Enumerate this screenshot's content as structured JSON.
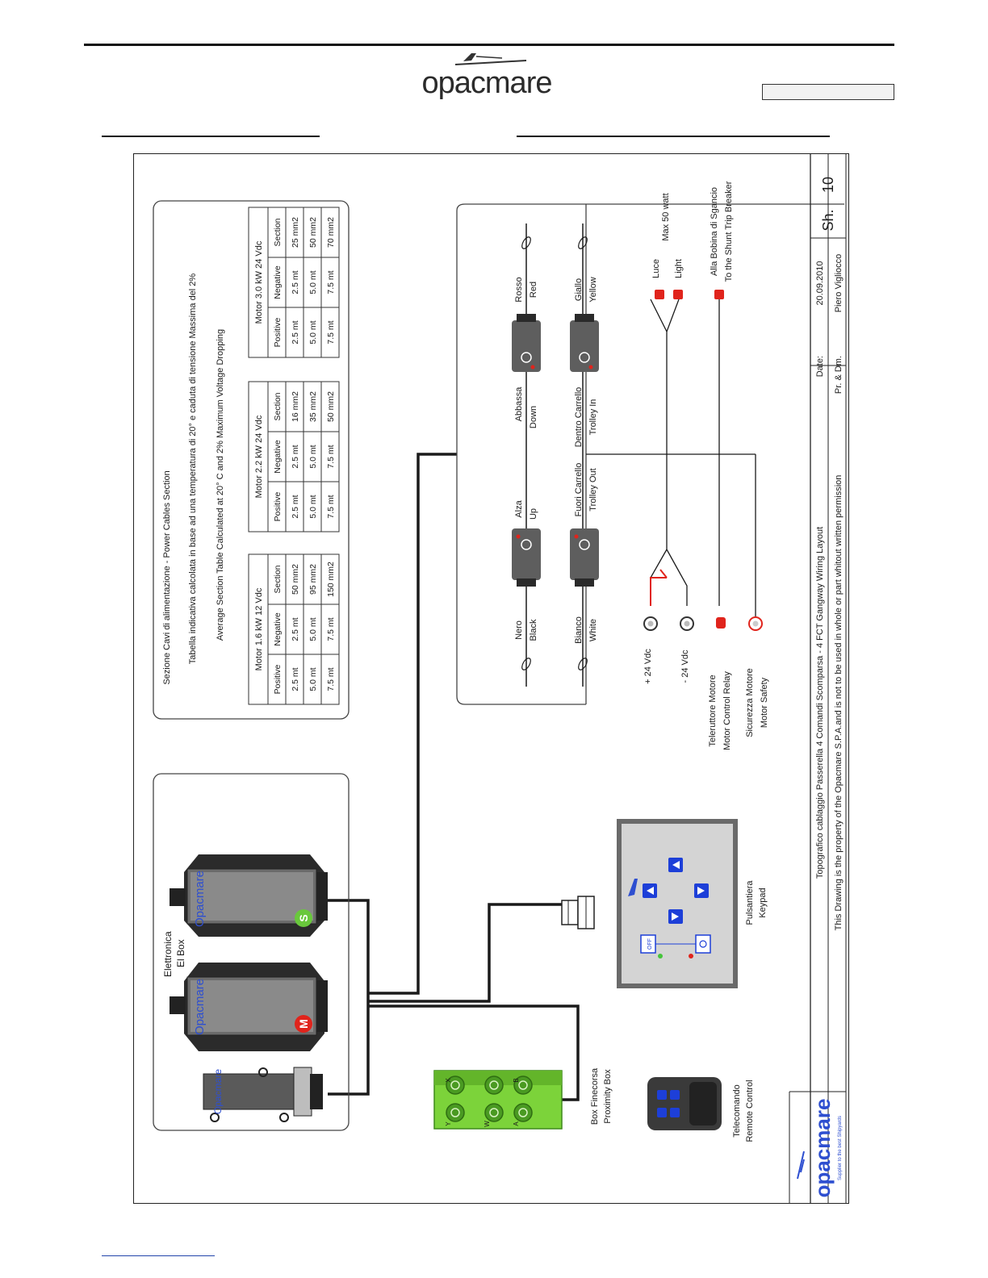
{
  "header": {
    "brand": "opacmare"
  },
  "power_table": {
    "title_it": "Sezione Cavi di alimentazione - Power Cables Section",
    "note_it": "Tabella indicativa calcolata in base ad una temperatura di 20° e caduta di tensione Massima del 2%",
    "note_en": "Average Section Table Calculated  at 20° C and 2%  Maximum Voltage Dropping",
    "columns": [
      "Positive",
      "Negative",
      "Section"
    ],
    "motors": [
      {
        "name": "Motor 1.6 kW 12 Vdc",
        "rows": [
          [
            "2.5 mt",
            "2.5 mt",
            "50 mm2"
          ],
          [
            "5.0 mt",
            "5.0 mt",
            "95 mm2"
          ],
          [
            "7.5 mt",
            "7.5 mt",
            "150 mm2"
          ]
        ]
      },
      {
        "name": "Motor 2.2 kW 24 Vdc",
        "rows": [
          [
            "2.5 mt",
            "2.5 mt",
            "16 mm2"
          ],
          [
            "5.0 mt",
            "5.0 mt",
            "35 mm2"
          ],
          [
            "7.5 mt",
            "7.5 mt",
            "50 mm2"
          ]
        ]
      },
      {
        "name": "Motor 3.0 kW 24 Vdc",
        "rows": [
          [
            "2.5 mt",
            "2.5 mt",
            "25 mm2"
          ],
          [
            "5.0 mt",
            "5.0 mt",
            "50 mm2"
          ],
          [
            "7.5 mt",
            "7.5 mt",
            "70 mm2"
          ]
        ]
      }
    ]
  },
  "el_box": {
    "label_it": "Elettronica",
    "label_en": "El Box",
    "unit_brand": "Opacmare",
    "badge_s": "S",
    "badge_m": "M"
  },
  "switches": {
    "alza_it": "Alza",
    "alza_en": "Up",
    "abbassa_it": "Abbassa",
    "abbassa_en": "Down",
    "fuori_it": "Fuori Carrello",
    "fuori_en": "Trolley Out",
    "dentro_it": "Dentro Carrello",
    "dentro_en": "Trolley In",
    "nero_it": "Nero",
    "nero_en": "Black",
    "bianco_it": "Bianco",
    "bianco_en": "White",
    "rosso_it": "Rosso",
    "rosso_en": "Red",
    "giallo_it": "Giallo",
    "giallo_en": "Yellow"
  },
  "power_terms": {
    "plus24": "+ 24 Vdc",
    "minus24": "- 24 Vdc",
    "teler_it": "Teleruttore Motore",
    "teler_en": "Motor Control Relay",
    "sicur_it": "Sicurezza Motore",
    "sicur_en": "Motor Safety",
    "luce_it": "Luce",
    "luce_en": "Light",
    "max_watt": "Max 50 watt",
    "bobina_it": "Alla Bobina di Sgancio",
    "bobina_en": "To the Shunt Trip Breaker"
  },
  "keypad": {
    "label_it": "Pulsantiera",
    "label_en": "Keypad",
    "off": "OFF"
  },
  "proximity": {
    "label_it": "Box Finecorsa",
    "label_en": "Proximity Box",
    "ports": [
      "Y",
      "W",
      "A",
      "X",
      "B"
    ]
  },
  "remote": {
    "label_it": "Telecomando",
    "label_en": "Remote Control"
  },
  "title_block": {
    "title": "Topografico cablaggio  Passerella 4 Comandi Scomparsa - 4 FCT Gangway Wiring Layout",
    "property": "This Drawing is the property of the Opacmare S.P.A.and is not to be used in whole or part whitout written permission",
    "date_label": "Date:",
    "date": "20.09.2010",
    "author_label": "Pr. & Dm.",
    "author": "Piero Vigliocco",
    "sheet_label": "Sh.",
    "sheet_no": "10",
    "logo": "opacmare",
    "tagline": "Supplier to the best Shipyards"
  },
  "colors": {
    "wire": "#1a1a1a",
    "red_terminal": "#e0241c",
    "green_box": "#7cd33a",
    "keypad_blue": "#1d3fd8",
    "badge_green": "#69c83c",
    "badge_red": "#e0241c",
    "brand_blue": "#2e4fd0"
  }
}
